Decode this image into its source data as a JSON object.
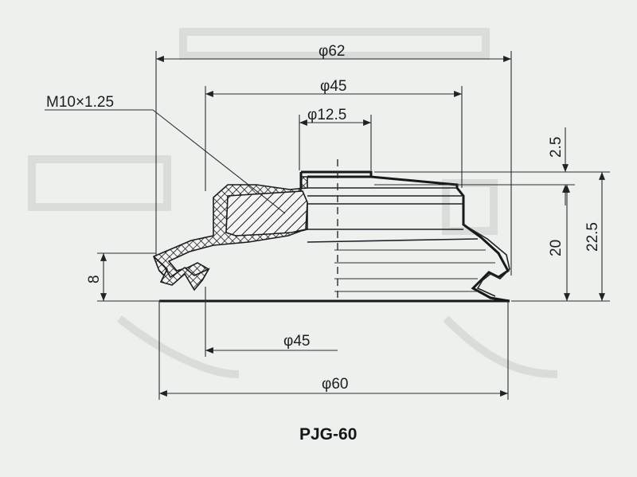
{
  "drawing": {
    "title": "PJG-60",
    "dimensions": {
      "top_outer": "φ62",
      "top_mid": "φ45",
      "top_inner": "φ12.5",
      "thread": "M10×1.25",
      "right_top": "2.5",
      "right_mid": "20",
      "right_total": "22.5",
      "left_height": "8",
      "bottom_inner": "φ45",
      "bottom_outer": "φ60"
    }
  }
}
